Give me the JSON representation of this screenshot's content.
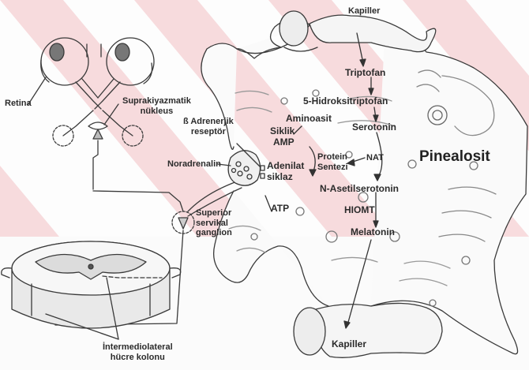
{
  "labels": {
    "kapiller_top": "Kapiller",
    "retina": "Retina",
    "suprakiyazmatik": "Suprakiyazmatik",
    "nukleus": "nükleus",
    "beta_adrenerjik": "ß Adrenerjik",
    "reseptor": "reseptör",
    "noradrenalin": "Noradrenalin",
    "superior": "Superior",
    "servikal": "servikal",
    "ganglion": "ganglion",
    "intermediolateral": "İntermediolateral",
    "hucre_kolonu": "hücre kolonu",
    "triptofan": "Triptofan",
    "hidroksitriptofan": "5-Hidroksitriptofan",
    "aminoasit": "Aminoasit",
    "siklik": "Siklik",
    "amp": "AMP",
    "serotonin": "Serotonin",
    "protein": "Protein",
    "sentezi": "Sentezi",
    "nat": "NAT",
    "adenilat": "Adenilat",
    "siklaz": "siklaz",
    "pinealosit": "Pinealosit",
    "n_asetilserotonin": "N-Asetilserotonin",
    "atp": "ATP",
    "hiomt": "HIOMT",
    "melatonin": "Melatonin",
    "kapiller_bottom": "Kapiller"
  },
  "colors": {
    "ink": "#2b2b2b",
    "watermark": "#f3c9cc"
  }
}
